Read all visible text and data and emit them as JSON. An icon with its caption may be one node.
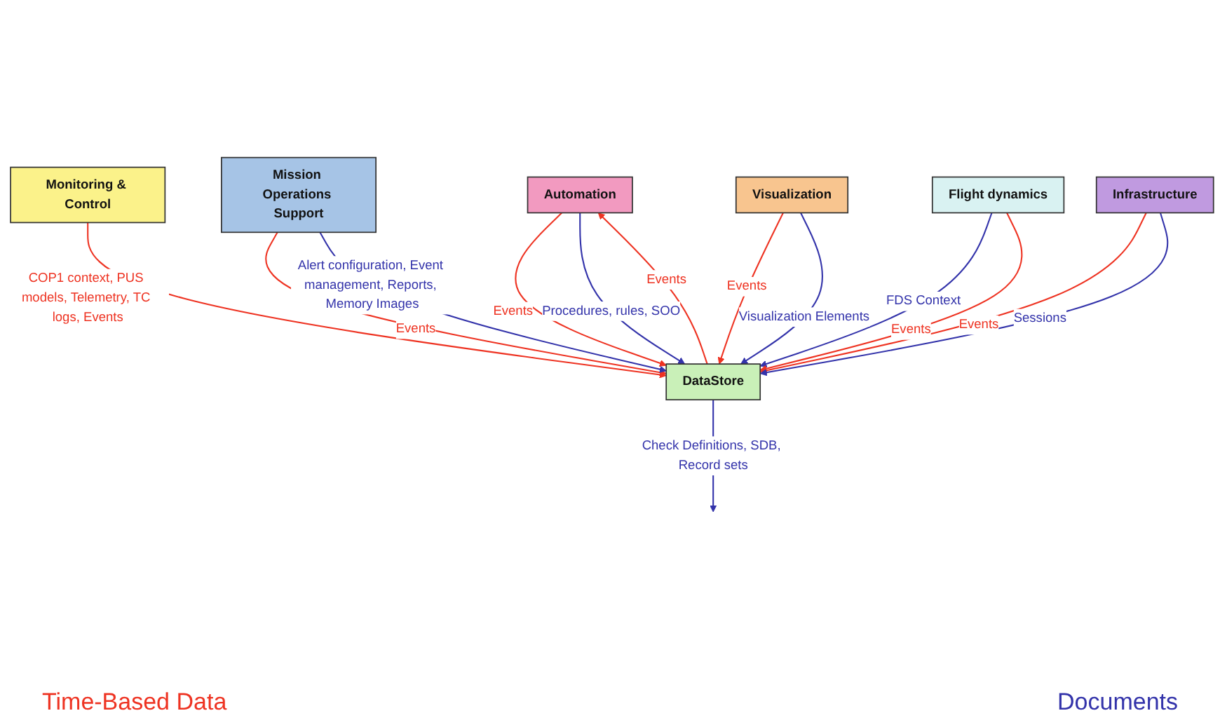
{
  "diagram": {
    "nodes": [
      {
        "text": [
          "Automation"
        ]
      },
      {
        "text": [
          "Monitoring & Control"
        ]
      },
      {
        "text": [
          "Mission Operations Support"
        ]
      },
      {
        "text": [
          "DataStore"
        ]
      },
      {
        "text": [
          "Visualization"
        ]
      },
      {
        "text": [
          "Flight dynamics"
        ]
      },
      {
        "text": [
          "Infrastructure"
        ]
      }
    ],
    "edges": [
      {
        "from": 0,
        "to": 3,
        "arrow": "to",
        "label": "Events"
      },
      {
        "from": 0,
        "to": 3,
        "arrow": "to",
        "label": "Procedures, rules, SOO",
        "color": "#3333aa"
      },
      {
        "from": 3,
        "to": 0,
        "arrow": "to",
        "label": "Events"
      },
      {
        "from": 1,
        "to": 3,
        "arrow": "to",
        "label": "COP1 context, PUS models, Telemetry, TC logs, Events"
      },
      {
        "from": 2,
        "to": 3,
        "arrow": "to",
        "label": "Events"
      },
      {
        "from": 2,
        "to": 3,
        "arrow": "to",
        "label": "Alert configuration, Event management, Reports, Memory Images",
        "color": "#3333aa"
      },
      {
        "from": 4,
        "to": 3,
        "arrow": "to",
        "label": "Events"
      },
      {
        "from": 4,
        "to": 3,
        "arrow": "to",
        "label": "Visualization Elements",
        "color": "#3333aa"
      },
      {
        "from": 5,
        "to": 3,
        "arrow": "to",
        "label": "FDS Context",
        "color": "#3333aa"
      },
      {
        "from": 5,
        "to": 3,
        "arrow": "to",
        "label": "Events"
      },
      {
        "from": 3,
        "to": null,
        "arrow": "to",
        "label": "Check Definitions, SDB, Record sets",
        "color": "#3333aa"
      },
      {
        "from": 6,
        "to": 3,
        "arrow": "to",
        "label": "Events"
      },
      {
        "from": 6,
        "to": 3,
        "arrow": "to",
        "label": "Sessions",
        "color": "#3333aa"
      }
    ],
    "legend": [
      {
        "text": "Time-Based Data",
        "color": "#ee3322"
      },
      {
        "text": "Documents",
        "color": "#3333aa"
      }
    ]
  }
}
